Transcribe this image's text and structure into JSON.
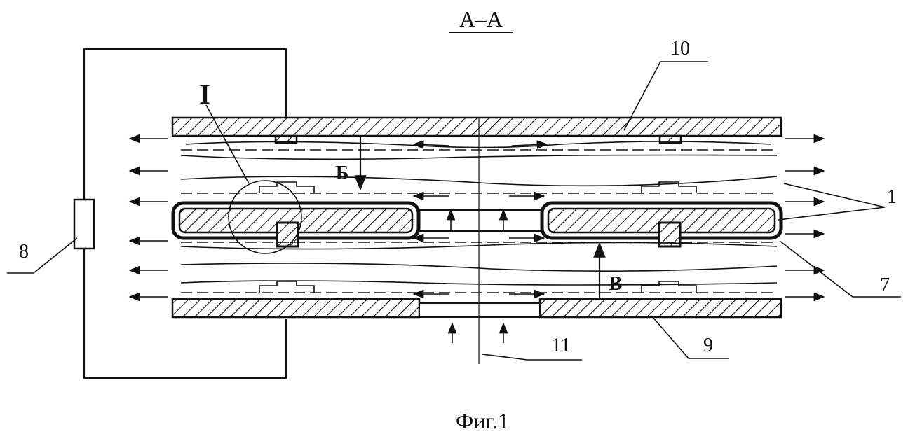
{
  "section_label": "А–А",
  "figure_caption": "Фиг.1",
  "detail_label": "I",
  "view_labels": {
    "b": "Б",
    "v": "В"
  },
  "callouts": {
    "c1": "1",
    "c7": "7",
    "c8": "8",
    "c9": "9",
    "c10": "10",
    "c11": "11"
  }
}
